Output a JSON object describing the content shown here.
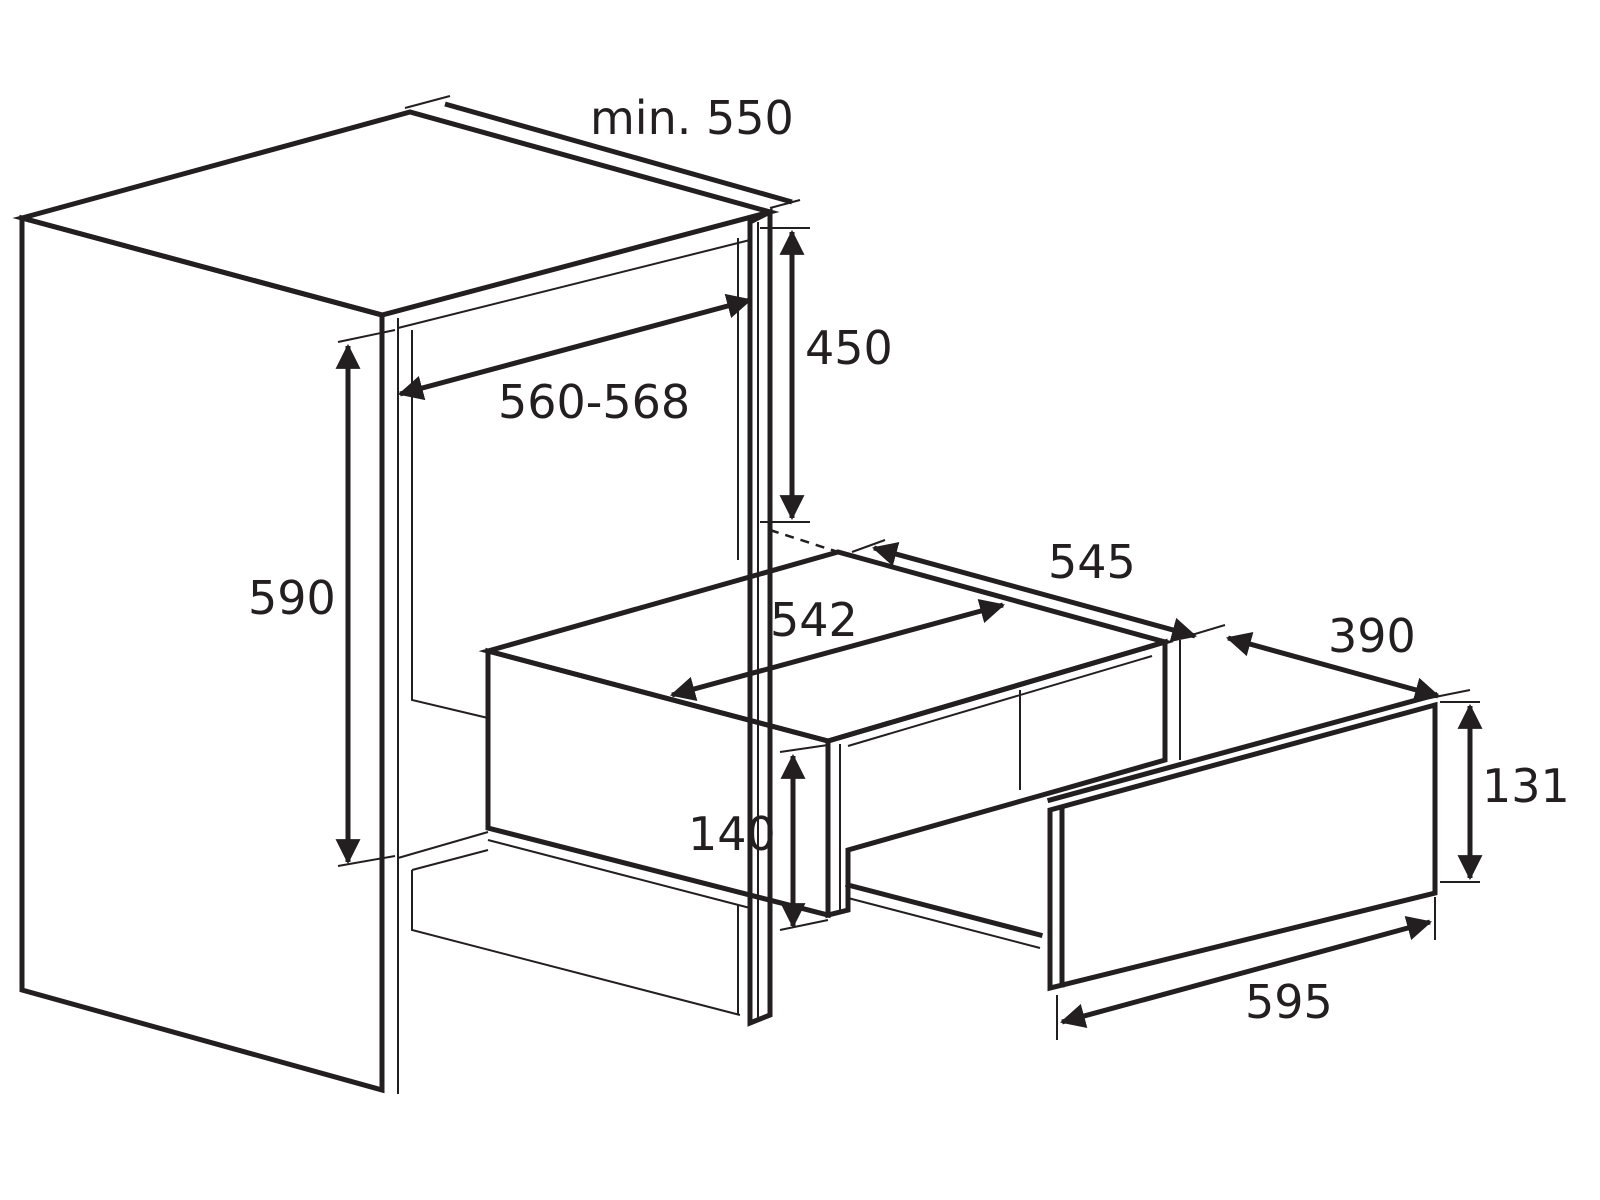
{
  "diagram": {
    "dimensions": {
      "cabinet_depth": "min. 550",
      "niche_width": "560-568",
      "niche_height_upper": "450",
      "niche_height_total": "590",
      "appliance_depth_top": "545",
      "appliance_width_inner": "542",
      "drawer_extension": "390",
      "front_height": "131",
      "body_height": "140",
      "front_width": "595"
    }
  }
}
